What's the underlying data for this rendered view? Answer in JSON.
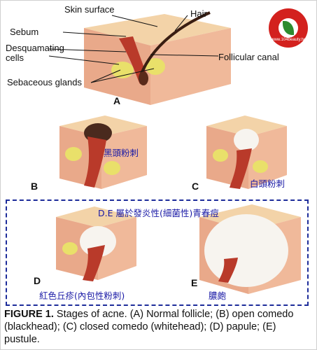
{
  "labels": {
    "skin_surface": "Skin surface",
    "hair": "Hair",
    "sebum": "Sebum",
    "desquamating": "Desquamating",
    "cells": "cells",
    "follicular_canal": "Follicular canal",
    "sebaceous_glands": "Sebaceous glands"
  },
  "panels": {
    "a": "A",
    "b": "B",
    "c": "C",
    "d": "D",
    "e": "E"
  },
  "chinese": {
    "blackhead": "黑頭粉刺",
    "whitehead": "白頭粉刺",
    "inflammatory": "D.E 屬於發炎性(細菌性)青春痘",
    "papule": "紅色丘疹(內包性粉刺)",
    "pustule": "膿皰"
  },
  "caption": {
    "figure": "FIGURE 1.",
    "text": " Stages of acne. (A) Normal follicle; (B) open comedo (blackhead); (C) closed comedo (whitehead); (D) papule; (E) pustule."
  },
  "logo": {
    "text": "www.104beauty.tw"
  },
  "colors": {
    "skin_top": "#f3d3a8",
    "skin_side": "#e8a98a",
    "follicle": "#b93a2a",
    "gland": "#e9e06a",
    "pus": "#f7f4ef",
    "plug": "#4a2a1e",
    "accent_text": "#1a1aa6",
    "dash": "#1d2c9a"
  }
}
